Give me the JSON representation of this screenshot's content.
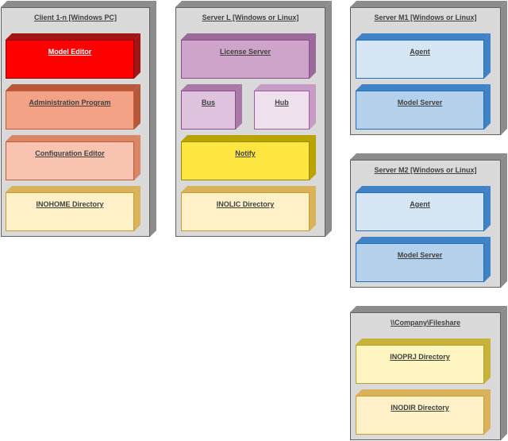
{
  "client": {
    "title": "Client 1-n [Windows PC]",
    "model_editor": "Model Editor",
    "administration_program": "Administration Program",
    "configuration_editor": "Configuration Editor",
    "inohome_directory": "INOHOME Directory"
  },
  "server_l": {
    "title": "Server L [Windows or Linux]",
    "license_server": "License Server",
    "bus": "Bus",
    "hub": "Hub",
    "notify": "Notify",
    "inolic_directory": "INOLIC Directory"
  },
  "server_m1": {
    "title": "Server M1 [Windows or Linux]",
    "agent": "Agent",
    "model_server": "Model Server"
  },
  "server_m2": {
    "title": "Server M2 [Windows or Linux]",
    "agent": "Agent",
    "model_server": "Model Server"
  },
  "fileshare": {
    "title": "\\\\Company\\Fileshare",
    "inoprj_directory": "INOPRJ Directory",
    "inodir_directory": "INODIR Directory"
  },
  "colors": {
    "container_fill": "#d9d9d9",
    "model_editor": "#ff0000",
    "administration_program": "#f4a285",
    "configuration_editor": "#f8c4b0",
    "directory": "#fff0c8",
    "license_server": "#cfa4cb",
    "bus": "#dfc2dd",
    "hub": "#efe0ee",
    "notify": "#ffe540",
    "agent": "#d6e5f3",
    "model_server": "#b4d0ea",
    "inoprj_directory": "#fff5c0"
  }
}
